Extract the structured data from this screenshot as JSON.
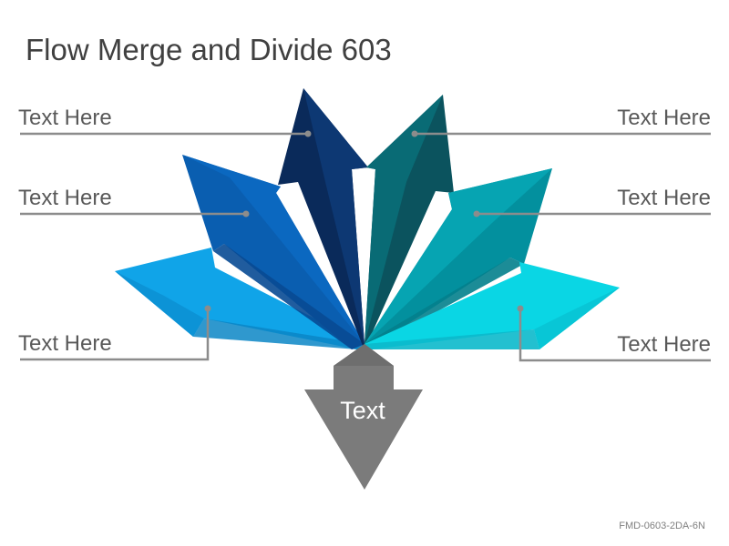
{
  "title": "Flow Merge and Divide 603",
  "center_label": "Text",
  "labels": {
    "left_top": "Text Here",
    "left_middle": "Text Here",
    "left_bottom": "Text Here",
    "right_top": "Text Here",
    "right_middle": "Text Here",
    "right_bottom": "Text Here"
  },
  "footer_code": "FMD-0603-2DA-6N",
  "colors": {
    "arrow_left_top": "#0a2a5a",
    "arrow_left_middle": "#0a5eb0",
    "arrow_left_bottom": "#10a4e8",
    "arrow_right_top": "#0b535e",
    "arrow_right_middle": "#03909e",
    "arrow_right_bottom": "#0ad6e4",
    "arrow_down": "#7b7b7b",
    "leader_line": "#8c8c8c"
  }
}
